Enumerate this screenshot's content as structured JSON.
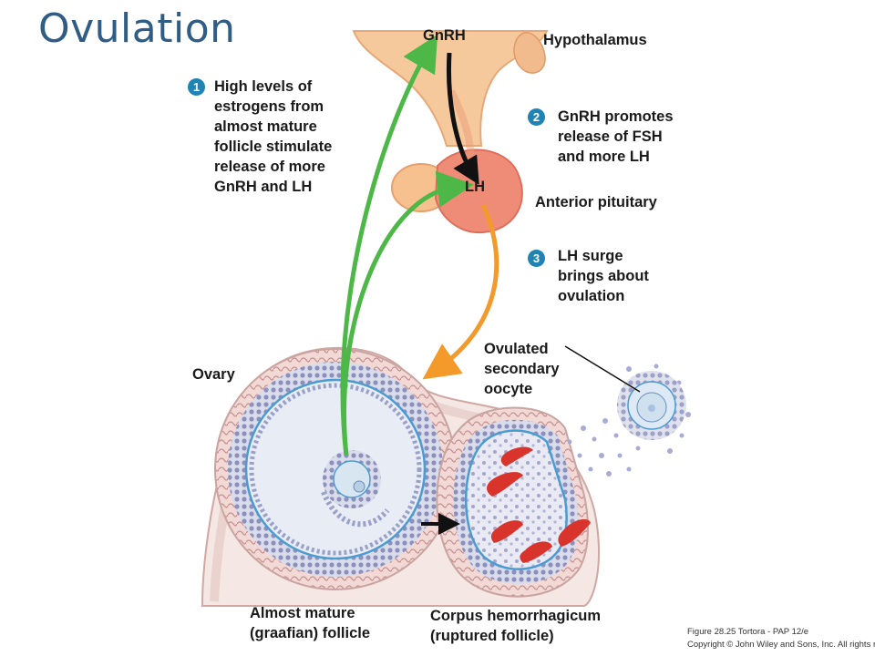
{
  "title": "Ovulation",
  "labels": {
    "gnrh": "GnRH",
    "hypothalamus": "Hypothalamus",
    "lh": "LH",
    "anterior_pituitary": "Anterior pituitary",
    "ovary": "Ovary",
    "ovulated_oocyte": [
      "Ovulated",
      "secondary",
      "oocyte"
    ],
    "graafian_follicle": [
      "Almost mature",
      "(graafian) follicle"
    ],
    "corpus_hemorrhagicum": [
      "Corpus hemorrhagicum",
      "(ruptured follicle)"
    ]
  },
  "steps": [
    {
      "number": "1",
      "lines": [
        "High levels of",
        "estrogens from",
        "almost mature",
        "follicle stimulate",
        "release of more",
        "GnRH and LH"
      ]
    },
    {
      "number": "2",
      "lines": [
        "GnRH promotes",
        "release of FSH",
        "and more LH"
      ]
    },
    {
      "number": "3",
      "lines": [
        "LH surge",
        "brings about",
        "ovulation"
      ]
    }
  ],
  "credit": [
    "Figure 28.25  Tortora - PAP 12/e",
    "Copyright © John Wiley and Sons, Inc. All rights reserved."
  ],
  "colors": {
    "title": "#2f5d86",
    "badge": "#1f83b3",
    "estrogen_arrow": "#4db848",
    "lh_arrow": "#f39a2b",
    "gnrh_arrow": "#111111"
  }
}
